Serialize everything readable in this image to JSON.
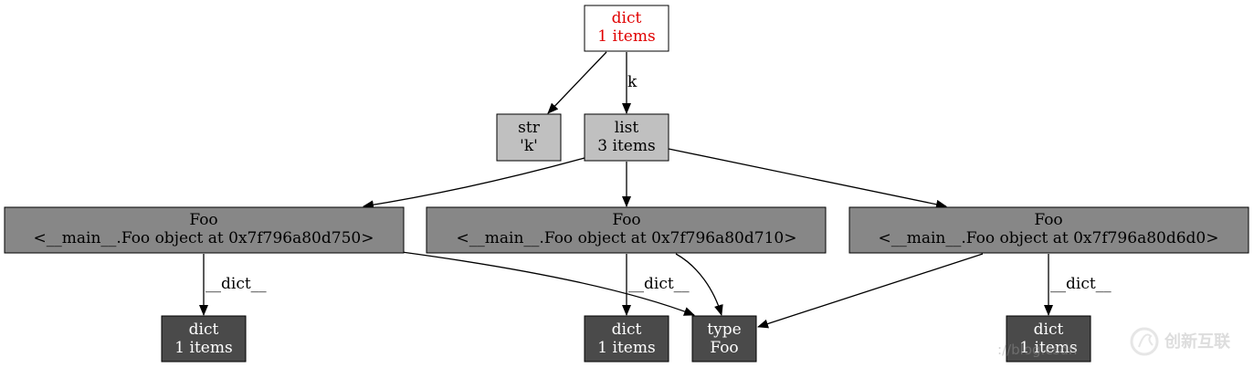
{
  "colors": {
    "root_fill": "#ffffff",
    "root_text": "#e00000",
    "light_fill": "#c0c0c0",
    "mid_fill": "#878787",
    "dark_fill": "#4a4a4a",
    "dark_text": "#ffffff",
    "text": "#000000",
    "edge": "#000000"
  },
  "nodes": {
    "root": {
      "line1": "dict",
      "line2": "1 items"
    },
    "str_k": {
      "line1": "str",
      "line2": "'k'"
    },
    "list": {
      "line1": "list",
      "line2": "3 items"
    },
    "foo1": {
      "line1": "Foo",
      "line2": "<__main__.Foo object at 0x7f796a80d750>"
    },
    "foo2": {
      "line1": "Foo",
      "line2": "<__main__.Foo object at 0x7f796a80d710>"
    },
    "foo3": {
      "line1": "Foo",
      "line2": "<__main__.Foo object at 0x7f796a80d6d0>"
    },
    "dict1": {
      "line1": "dict",
      "line2": "1 items"
    },
    "dict2": {
      "line1": "dict",
      "line2": "1 items"
    },
    "type_foo": {
      "line1": "type",
      "line2": "Foo"
    },
    "dict3": {
      "line1": "dict",
      "line2": "1 items"
    }
  },
  "edge_labels": {
    "root_to_list": "k",
    "foo1_dict": "__dict__",
    "foo2_dict": "__dict__",
    "foo3_dict": "__dict__"
  },
  "watermark": {
    "url_text": "://blog.csdn",
    "brand_text": "创新互联"
  }
}
